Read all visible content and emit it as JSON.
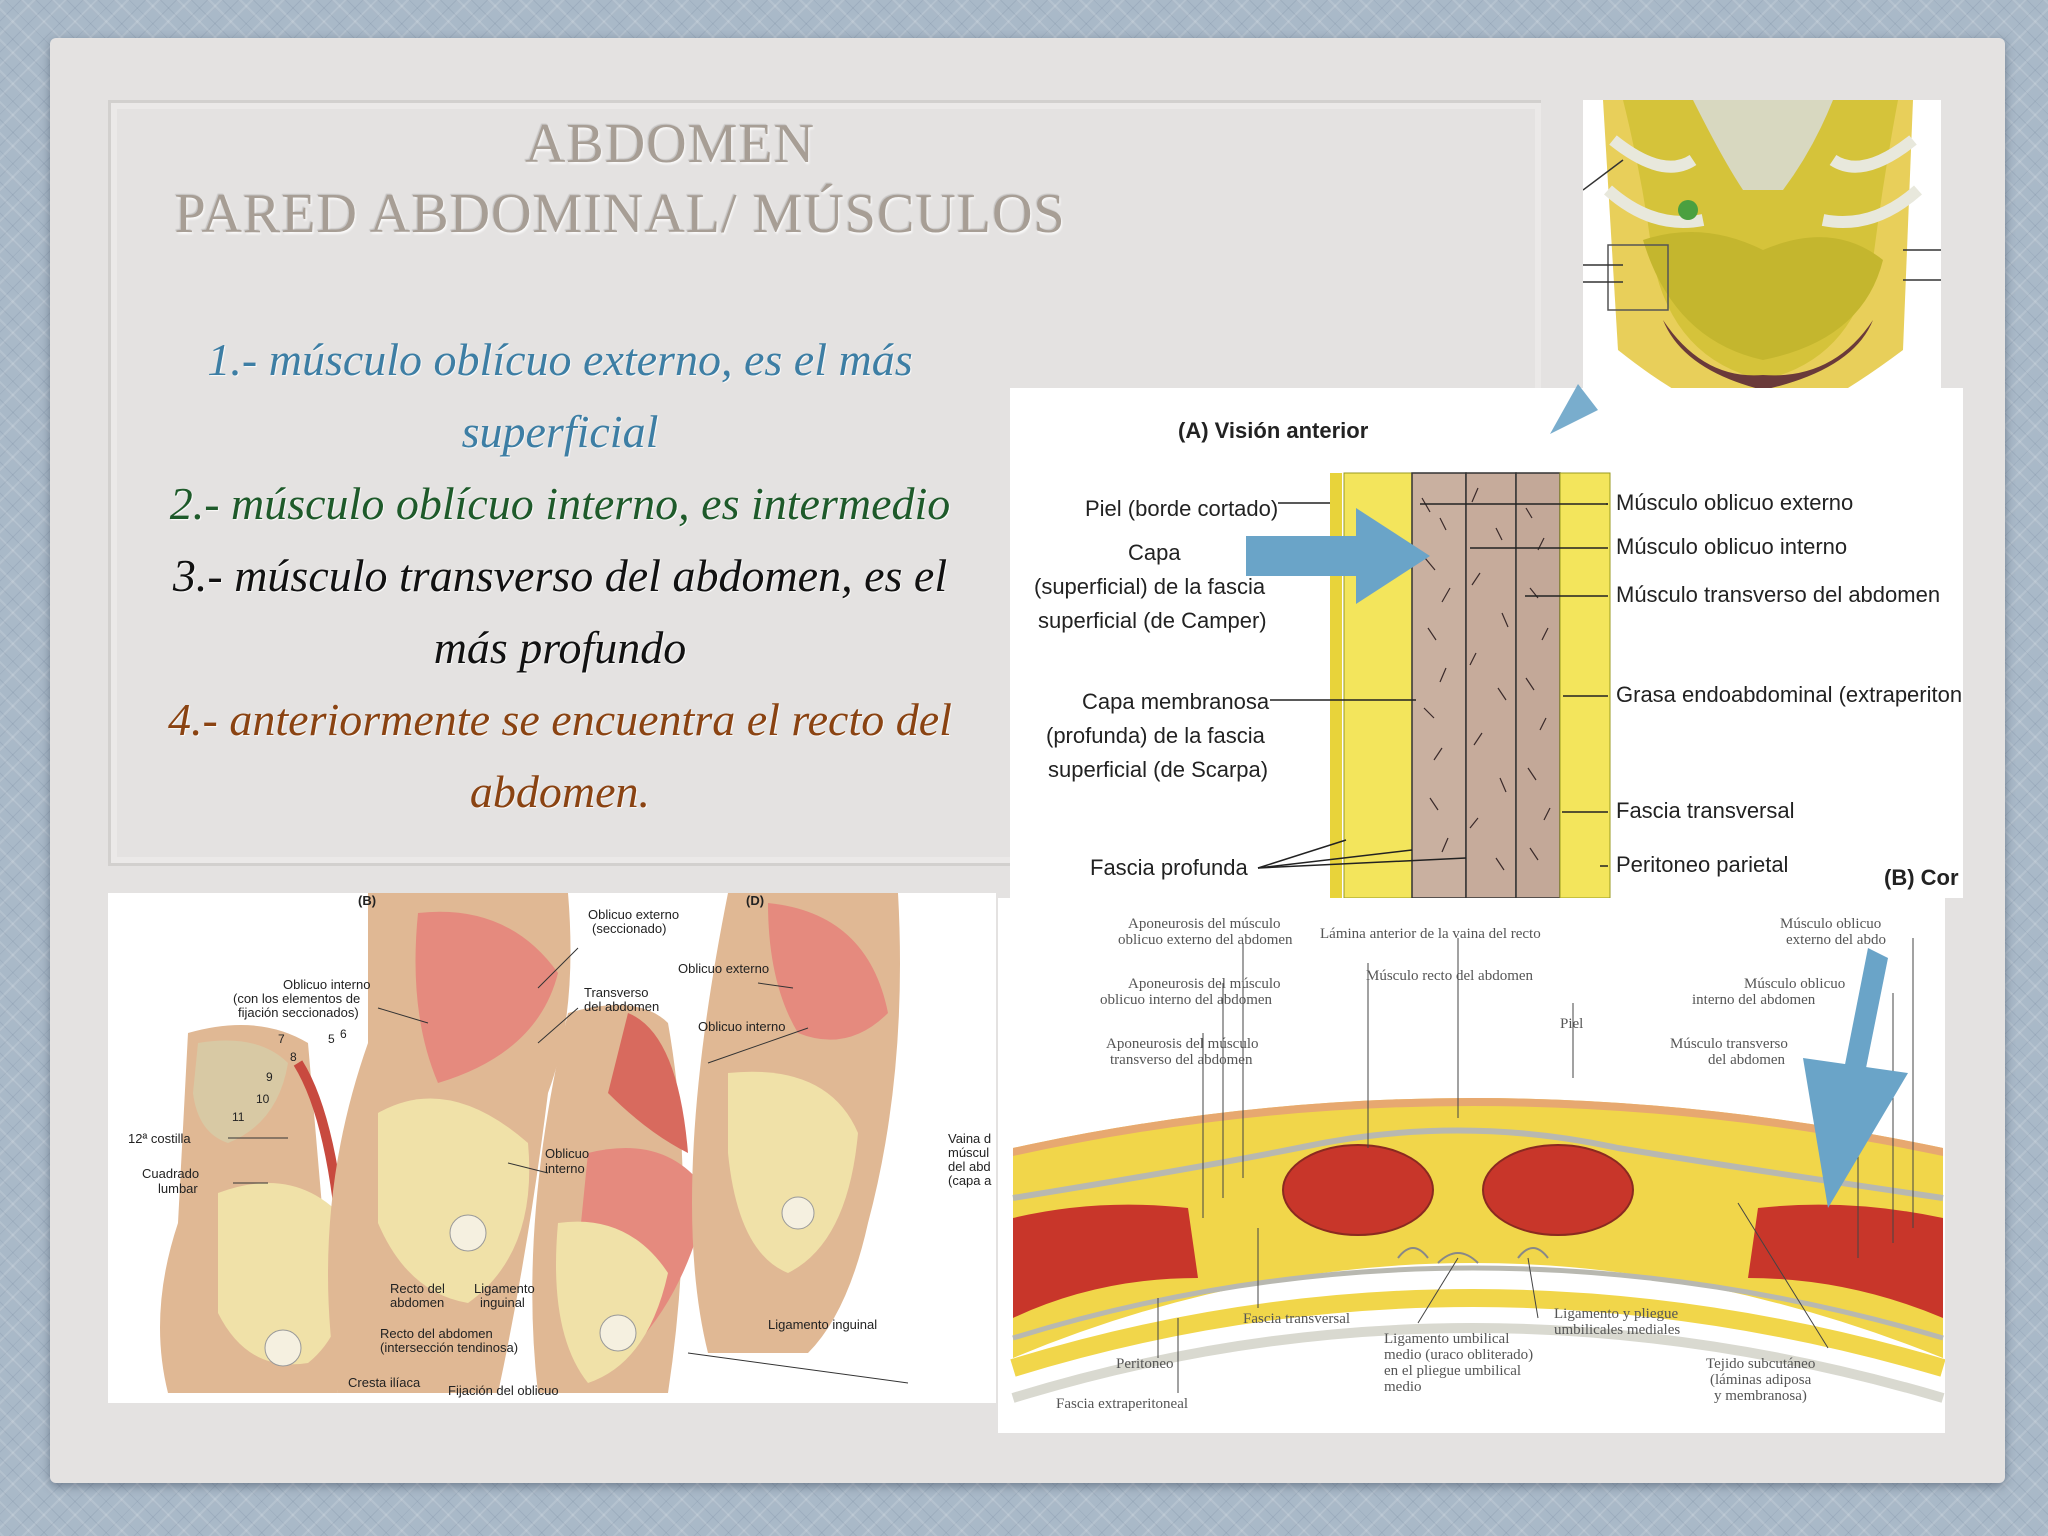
{
  "slide": {
    "title_line1": "ABDOMEN",
    "title_line2": "PARED ABDOMINAL/ MÚSCULOS",
    "points": [
      {
        "text_a": "1.- músculo oblícuo externo, es el más",
        "text_b": "superficial",
        "color": "#3d7ea4"
      },
      {
        "text_a": "2.- músculo oblícuo interno, es intermedio",
        "color": "#1e5a2a"
      },
      {
        "text_a": "3.- músculo transverso del abdomen, es el",
        "text_b": "más profundo",
        "color": "#111111"
      },
      {
        "text_a": "4.- anteriormente se encuentra el recto del",
        "text_b": "abdomen.",
        "color": "#8a4312"
      }
    ]
  },
  "diagram_a": {
    "title": "(A)  Visión anterior",
    "corner": "(B)  Cor",
    "left_labels": {
      "piel": "Piel (borde cortado)",
      "camper1": "Capa",
      "camper2": "(superficial) de la fascia",
      "camper3": "superficial (de Camper)",
      "scarpa1": "Capa membranosa",
      "scarpa2": "(profunda) de la fascia",
      "scarpa3": "superficial (de Scarpa)",
      "fascia_profunda": "Fascia profunda"
    },
    "right_labels": {
      "oblicuo_externo": "Músculo oblicuo externo",
      "oblicuo_interno": "Músculo oblicuo interno",
      "transverso": "Músculo transverso del abdomen",
      "grasa": "Grasa endoabdominal (extraperitonea",
      "fascia_transversal": "Fascia transversal",
      "peritoneo": "Peritoneo parietal"
    }
  },
  "muscle_image": {
    "panel_b": "(B)",
    "panel_d": "(D)",
    "labels": {
      "oblicuo_interno": "Oblicuo interno",
      "oblicuo_interno_sub1": "(con los elementos de",
      "oblicuo_interno_sub2": "fijación seccionados)",
      "costilla": "12ª costilla",
      "cuadrado1": "Cuadrado",
      "cuadrado2": "lumbar",
      "oblicuo_ext_secc1": "Oblicuo externo",
      "oblicuo_ext_secc2": "(seccionado)",
      "transverso1": "Transverso",
      "transverso2": "del abdomen",
      "oblicuo_externo": "Oblicuo externo",
      "oblicuo_interno_b": "Oblicuo interno",
      "oblicuo_interno_c1": "Oblicuo",
      "oblicuo_interno_c2": "interno",
      "vaina1": "Vaina d",
      "vaina2": "múscul",
      "vaina3": "del abd",
      "vaina4": "(capa a",
      "recto1": "Recto del",
      "recto2": "abdomen",
      "ligamento1": "Ligamento",
      "ligamento2": "inguinal",
      "recto_int1": "Recto del abdomen",
      "recto_int2": "(intersección tendinosa)",
      "cresta": "Cresta ilíaca",
      "fijacion": "Fijación del oblicuo",
      "ligamento_inguinal": "Ligamento inguinal",
      "rib_numbers": [
        "7",
        "8",
        "9",
        "10",
        "11",
        "5",
        "6"
      ]
    }
  },
  "diagram_c": {
    "labels": {
      "apo_ext1": "Aponeurosis del músculo",
      "apo_ext2": "oblicuo externo del abdomen",
      "apo_int1": "Aponeurosis del músculo",
      "apo_int2": "oblicuo interno del abdomen",
      "apo_trans1": "Aponeurosis del músculo",
      "apo_trans2": "transverso del abdomen",
      "lamina": "Lámina anterior de la vaina del recto",
      "recto": "Músculo recto del abdomen",
      "piel": "Piel",
      "mus_ext1": "Músculo oblicuo",
      "mus_ext2": "externo del abdo",
      "mus_int1": "Músculo oblicuo",
      "mus_int2": "interno del abdomen",
      "mus_trans1": "Músculo transverso",
      "mus_trans2": "del abdomen",
      "fascia_transversal": "Fascia transversal",
      "peritoneo": "Peritoneo",
      "fascia_extra": "Fascia extraperitoneal",
      "lig_umb1": "Ligamento umbilical",
      "lig_umb2": "medio (uraco obliterado)",
      "lig_umb3": "en el pliegue umbilical",
      "lig_umb4": "medio",
      "lig_pli1": "Ligamento y pliegue",
      "lig_pli2": "umbilicales mediales",
      "tejido1": "Tejido subcutáneo",
      "tejido2": "(láminas adiposa",
      "tejido3": "y membranosa)"
    }
  },
  "colors": {
    "arrow": "#6aa4c8",
    "muscle": "#c8362a",
    "fat": "#f1d64a"
  }
}
